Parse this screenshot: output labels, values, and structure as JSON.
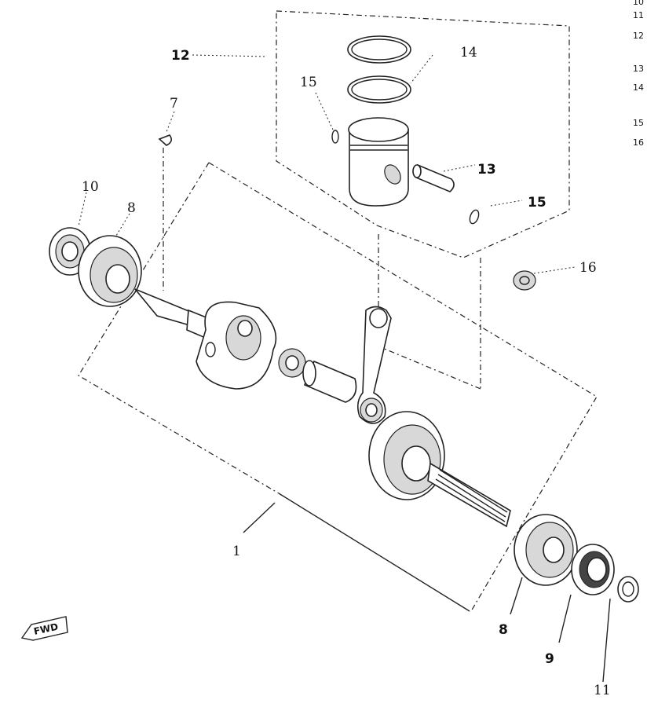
{
  "callouts": {
    "c1": "1",
    "c7": "7",
    "c8a": "8",
    "c8b": "8",
    "c9": "9",
    "c10": "10",
    "c11": "11",
    "c12": "12",
    "c13": "13",
    "c14": "14",
    "c15a": "15",
    "c15b": "15",
    "c16": "16"
  },
  "index_column": [
    "10",
    "11",
    "12",
    "13",
    "14",
    "15",
    "16"
  ],
  "fwd_marker": "FWD"
}
